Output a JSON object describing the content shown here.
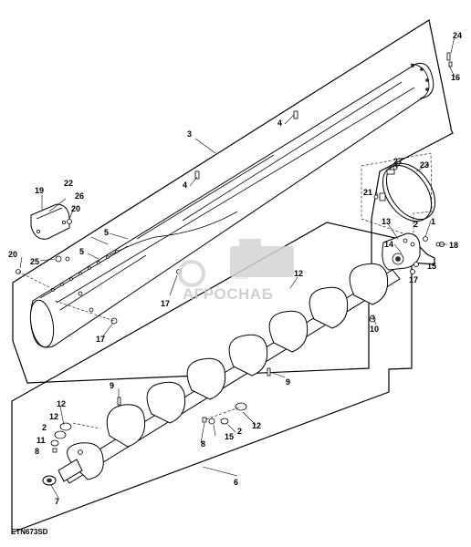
{
  "figure_code": "ETN673SD",
  "watermark": {
    "brand": "АГРОСНАБ",
    "prefix": "ООО"
  },
  "callouts": [
    {
      "id": "c1",
      "text": "1"
    },
    {
      "id": "c2a",
      "text": "2"
    },
    {
      "id": "c2b",
      "text": "2"
    },
    {
      "id": "c2c",
      "text": "2"
    },
    {
      "id": "c3",
      "text": "3"
    },
    {
      "id": "c4a",
      "text": "4"
    },
    {
      "id": "c4b",
      "text": "4"
    },
    {
      "id": "c5a",
      "text": "5"
    },
    {
      "id": "c5b",
      "text": "5"
    },
    {
      "id": "c6",
      "text": "6"
    },
    {
      "id": "c7",
      "text": "7"
    },
    {
      "id": "c8a",
      "text": "8"
    },
    {
      "id": "c8b",
      "text": "8"
    },
    {
      "id": "c9a",
      "text": "9"
    },
    {
      "id": "c9b",
      "text": "9"
    },
    {
      "id": "c10",
      "text": "10"
    },
    {
      "id": "c11",
      "text": "11"
    },
    {
      "id": "c12a",
      "text": "12"
    },
    {
      "id": "c12b",
      "text": "12"
    },
    {
      "id": "c12c",
      "text": "12"
    },
    {
      "id": "c13",
      "text": "13"
    },
    {
      "id": "c14",
      "text": "14"
    },
    {
      "id": "c15a",
      "text": "15"
    },
    {
      "id": "c15b",
      "text": "15"
    },
    {
      "id": "c16",
      "text": "16"
    },
    {
      "id": "c17a",
      "text": "17"
    },
    {
      "id": "c17b",
      "text": "17"
    },
    {
      "id": "c17c",
      "text": "17"
    },
    {
      "id": "c18",
      "text": "18"
    },
    {
      "id": "c19",
      "text": "19"
    },
    {
      "id": "c20a",
      "text": "20"
    },
    {
      "id": "c20b",
      "text": "20"
    },
    {
      "id": "c21",
      "text": "21"
    },
    {
      "id": "c22",
      "text": "22"
    },
    {
      "id": "c23",
      "text": "23"
    },
    {
      "id": "c24",
      "text": "24"
    },
    {
      "id": "c25",
      "text": "25"
    },
    {
      "id": "c26",
      "text": "26"
    },
    {
      "id": "c27",
      "text": "27"
    }
  ]
}
